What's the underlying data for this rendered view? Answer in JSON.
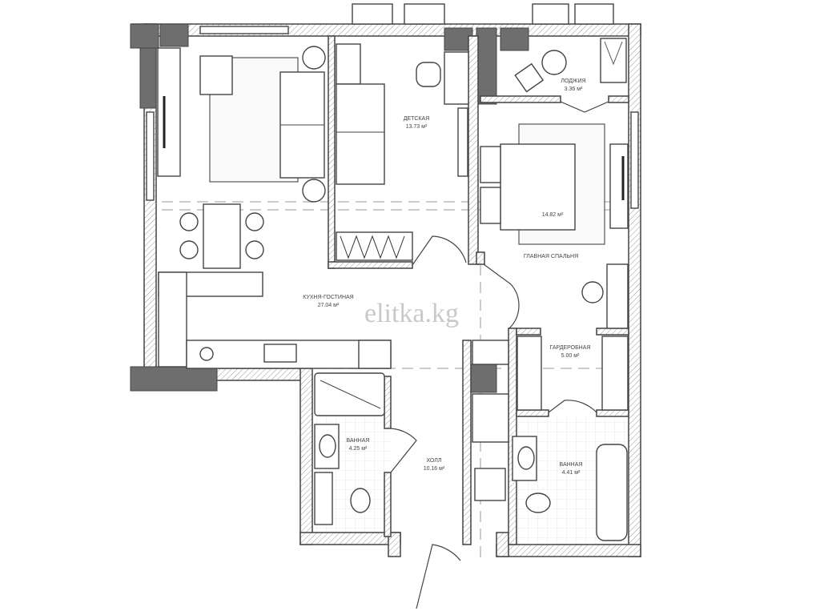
{
  "watermark": "elitka.kg",
  "rooms": {
    "kids": {
      "name": "ДЕТСКАЯ",
      "area": "13.73 м²"
    },
    "loggia": {
      "name": "ЛОДЖИЯ",
      "area": "3.36 м²"
    },
    "bedroom": {
      "name": "ГЛАВНАЯ СПАЛЬНЯ",
      "area": "14.82 м²"
    },
    "living": {
      "name": "КУХНЯ-ГОСТИНАЯ",
      "area": "27.04 м²"
    },
    "wardrobe": {
      "name": "ГАРДЕРОБНАЯ",
      "area": "5.00 м²"
    },
    "bath1": {
      "name": "ВАННАЯ",
      "area": "4.25 м²"
    },
    "hall": {
      "name": "ХОЛЛ",
      "area": "10.16 м²"
    },
    "bath2": {
      "name": "ВАННАЯ",
      "area": "4.41 м²"
    }
  }
}
